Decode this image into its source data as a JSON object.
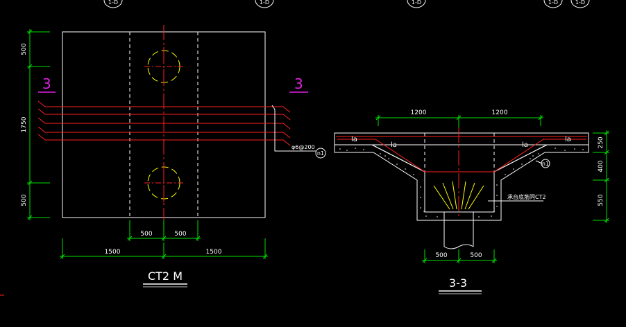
{
  "plan": {
    "title": "CT2 M",
    "section_mark_left": "3",
    "section_mark_right": "3",
    "dims_left": [
      "500",
      "1750",
      "500"
    ],
    "dims_bottom_inner": [
      "500",
      "500"
    ],
    "dims_bottom_outer": [
      "1500",
      "1500"
    ],
    "rebar_callout": "φ6@200",
    "rebar_tag": "n1"
  },
  "section": {
    "title": "3-3",
    "dims_top": [
      "1200",
      "1200"
    ],
    "dims_right": [
      "250",
      "400",
      "550"
    ],
    "dims_bottom": [
      "500",
      "500"
    ],
    "la_labels": [
      "la",
      "la",
      "la",
      "la"
    ],
    "pile_note": "承台底筋同CT2",
    "rebar_tag": "n1"
  },
  "grid_bubbles": [
    "1-D",
    "1-D",
    "1-D",
    "1-D",
    "1-D"
  ],
  "colors": {
    "background": "#000000",
    "outline": "#ffffff",
    "dimension": "#00e000",
    "rebar": "#ff2020",
    "hatch": "#c0c0c0",
    "pile_rebar": "#ffff00",
    "section_mark": "#e020e0"
  }
}
